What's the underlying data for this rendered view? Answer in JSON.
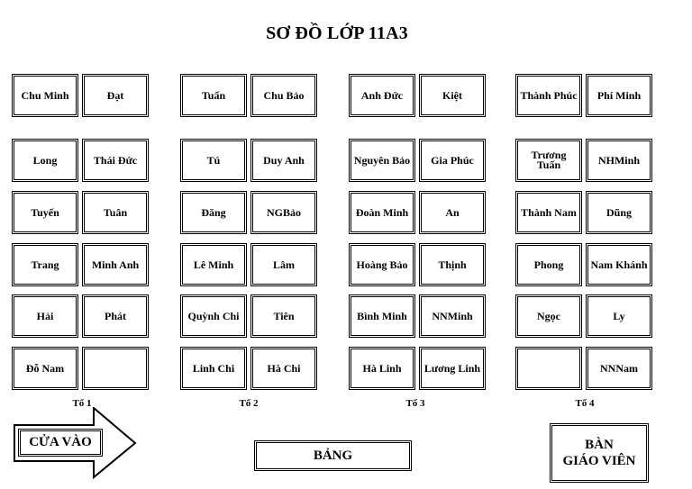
{
  "title": "SƠ ĐỒ LỚP 11A3",
  "groups": [
    {
      "name": "Tổ 1",
      "rows": [
        [
          "Chu Minh",
          "Đạt"
        ],
        [
          "Long",
          "Thái Đức"
        ],
        [
          "Tuyến",
          "Tuân"
        ],
        [
          "Trang",
          "Minh Anh"
        ],
        [
          "Hải",
          "Phát"
        ],
        [
          "Đỗ Nam",
          ""
        ]
      ]
    },
    {
      "name": "Tổ 2",
      "rows": [
        [
          "Tuấn",
          "Chu Bảo"
        ],
        [
          "Tú",
          "Duy Anh"
        ],
        [
          "Đăng",
          "NGBảo"
        ],
        [
          "Lê Minh",
          "Lâm"
        ],
        [
          "Quỳnh Chi",
          "Tiên"
        ],
        [
          "Linh Chi",
          "Hà Chi"
        ]
      ]
    },
    {
      "name": "Tổ 3",
      "rows": [
        [
          "Anh Đức",
          "Kiệt"
        ],
        [
          "Nguyên Bảo",
          "Gia Phúc"
        ],
        [
          "Đoàn Minh",
          "An"
        ],
        [
          "Hoàng Bảo",
          "Thịnh"
        ],
        [
          "Bình Minh",
          "NNMinh"
        ],
        [
          "Hà Linh",
          "Lương Linh"
        ]
      ]
    },
    {
      "name": "Tổ 4",
      "rows": [
        [
          "Thành Phúc",
          "Phí Minh"
        ],
        [
          "Trương Tuấn",
          "NHMinh"
        ],
        [
          "Thành Nam",
          "Dũng"
        ],
        [
          "Phong",
          "Nam Khánh"
        ],
        [
          "Ngọc",
          "Ly"
        ],
        [
          "",
          "NNNam"
        ]
      ]
    }
  ],
  "entrance_label": "CỬA VÀO",
  "board_label": "BẢNG",
  "teacher_desk": {
    "line1": "BÀN",
    "line2": "GIÁO VIÊN"
  }
}
